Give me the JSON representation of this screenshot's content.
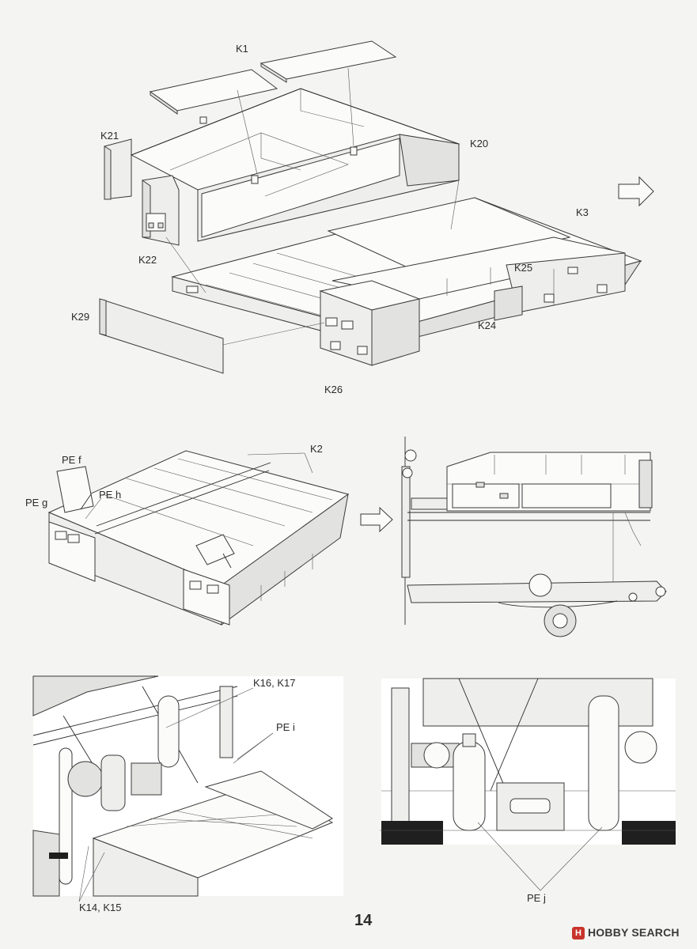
{
  "callouts": {
    "k1": "K1",
    "k21": "K21",
    "k20": "K20",
    "k3": "K3",
    "k22": "K22",
    "k25": "K25",
    "k29": "K29",
    "k24": "K24",
    "k26": "K26",
    "k2": "K2",
    "pe_f": "PE f",
    "pe_g": "PE g",
    "pe_h": "PE h",
    "k16_k17": "K16, K17",
    "pe_i": "PE i",
    "k14_k15": "K14, K15",
    "pe_j": "PE j"
  },
  "page_number": "14",
  "watermark": {
    "icon_letter": "H",
    "text": "HOBBY SEARCH"
  }
}
